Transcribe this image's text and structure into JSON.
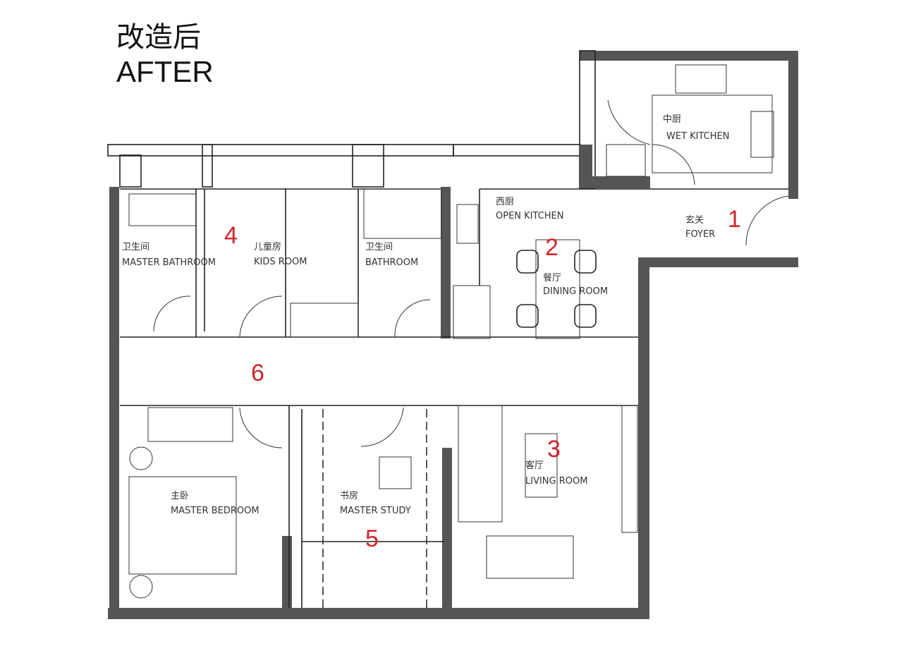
{
  "title": {
    "cn": "改造后",
    "en": "AFTER"
  },
  "rooms": [
    {
      "num": "1",
      "cn": "玄关",
      "en": "FOYER"
    },
    {
      "num": "2",
      "cn": "餐厅",
      "en": "DINING ROOM"
    },
    {
      "num": "3",
      "cn": "客厅",
      "en": "LIVING ROOM"
    },
    {
      "num": "4",
      "cn": "儿童房",
      "en": "KIDS ROOM"
    },
    {
      "num": "5",
      "cn": "书房",
      "en": "MASTER STUDY"
    },
    {
      "num": "6"
    }
  ],
  "other_rooms": [
    {
      "cn": "中厨",
      "en": "WET KITCHEN"
    },
    {
      "cn": "西厨",
      "en": "OPEN KITCHEN"
    },
    {
      "cn": "卫生间",
      "en": "MASTER BATHROOM"
    },
    {
      "cn": "卫生间",
      "en": "BATHROOM"
    },
    {
      "cn": "主卧",
      "en": "MASTER BEDROOM"
    }
  ],
  "colors": {
    "wall": "#555555",
    "number": "#d0262a",
    "line": "#222222"
  }
}
